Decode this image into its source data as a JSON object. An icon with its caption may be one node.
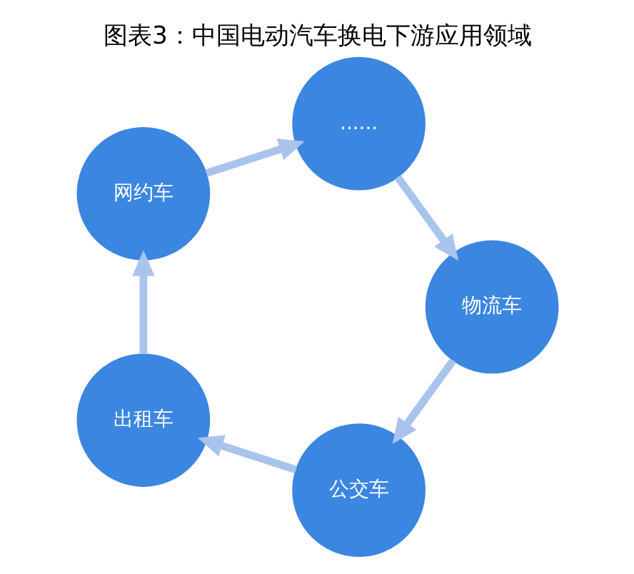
{
  "diagram": {
    "title": "图表3：中国电动汽车换电下游应用领域",
    "nodes": [
      {
        "text": [
          "公交车"
        ]
      },
      {
        "text": [
          "出租车"
        ]
      },
      {
        "text": [
          "网约车"
        ]
      },
      {
        "text": [
          "......"
        ]
      },
      {
        "text": [
          "物流车"
        ]
      }
    ],
    "edges": [
      {
        "from": 0,
        "to": 1,
        "arrow": "to"
      },
      {
        "from": 1,
        "to": 2,
        "arrow": "to"
      },
      {
        "from": 2,
        "to": 3,
        "arrow": "to"
      },
      {
        "from": 3,
        "to": 4,
        "arrow": "to"
      },
      {
        "from": 4,
        "to": 0,
        "arrow": "to"
      }
    ]
  }
}
